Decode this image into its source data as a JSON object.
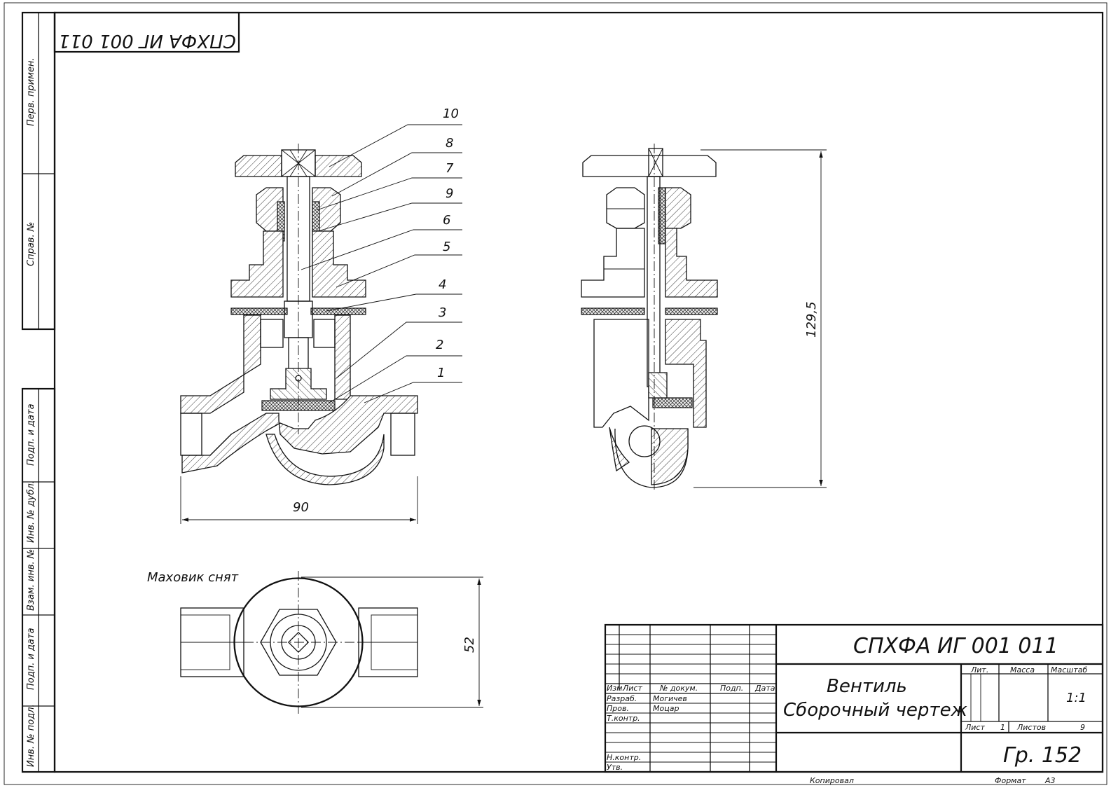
{
  "stamp_mirrored": "СПХФА ИГ 001 011",
  "side_strip": {
    "perv_primen": "Перв. примен.",
    "sprav_no": "Справ. №",
    "podp_data_1": "Подп. и дата",
    "inv_dubl": "Инв. № дубл.",
    "vzam_inv": "Взам. инв. №",
    "podp_data_2": "Подп. и дата",
    "inv_podl": "Инв. № подл."
  },
  "parts": [
    "10",
    "8",
    "7",
    "9",
    "6",
    "5",
    "4",
    "3",
    "2",
    "1"
  ],
  "dimensions": {
    "width": "90",
    "height": "129,5",
    "top_view": "52"
  },
  "top_view_note": "Маховик снят",
  "title_block": {
    "code": "СПХФА ИГ 001 011",
    "name_line1": "Вентиль",
    "name_line2": "Сборочный чертеж",
    "col_izm": "Изм.",
    "col_list": "Лист",
    "col_docum": "№ докум.",
    "col_podp": "Подп.",
    "col_data": "Дата",
    "razrab_label": "Разраб.",
    "razrab_name": "Могичев",
    "prov_label": "Пров.",
    "prov_name": "Моцар",
    "tkontr_label": "Т.контр.",
    "nkontr_label": "Н.контр.",
    "utv_label": "Утв.",
    "lit_label": "Лит.",
    "massa_label": "Масса",
    "masshtab_label": "Масштаб",
    "scale": "1:1",
    "sheet_label": "Лист",
    "sheet_no": "1",
    "sheets_label": "Листов",
    "sheets_total": "9",
    "group": "Гр. 152"
  },
  "footer": {
    "copied_label": "Копировал",
    "format_label": "Формат",
    "format_value": "А3"
  }
}
